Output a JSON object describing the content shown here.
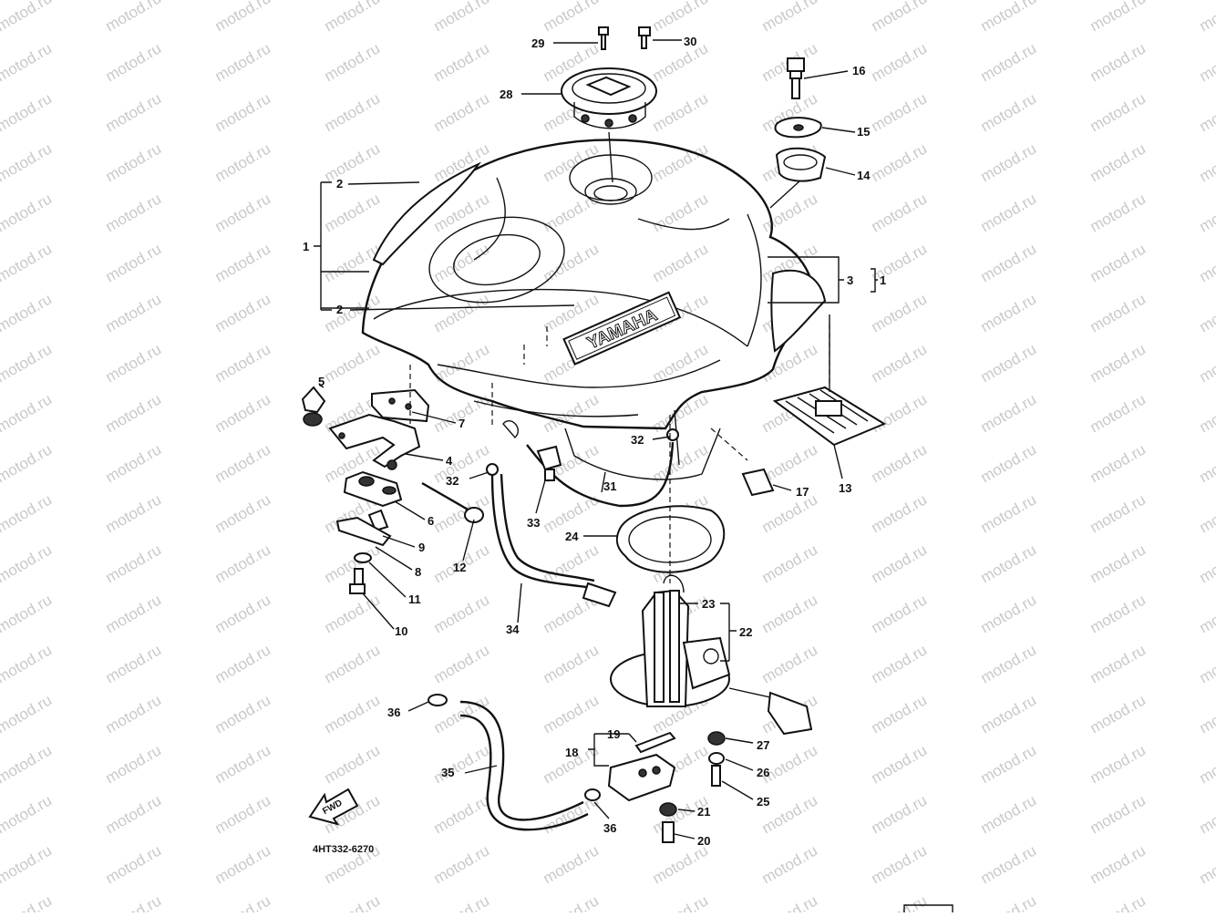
{
  "watermark": "motod.ru",
  "diagram_code": "4HT332-6270",
  "tank_logo": "YAMAHA",
  "fwd_label": "FWD",
  "callouts": {
    "n1a": "1",
    "n1b": "1",
    "n2a": "2",
    "n2b": "2",
    "n3": "3",
    "n4": "4",
    "n5": "5",
    "n6": "6",
    "n7": "7",
    "n8": "8",
    "n9": "9",
    "n10": "10",
    "n11": "11",
    "n12": "12",
    "n13": "13",
    "n14": "14",
    "n15": "15",
    "n16": "16",
    "n17": "17",
    "n18": "18",
    "n19": "19",
    "n20": "20",
    "n21": "21",
    "n22": "22",
    "n23": "23",
    "n24": "24",
    "n25": "25",
    "n26": "26",
    "n27": "27",
    "n28": "28",
    "n29": "29",
    "n30": "30",
    "n31": "31",
    "n32a": "32",
    "n32b": "32",
    "n33": "33",
    "n34": "34",
    "n35": "35",
    "n36a": "36",
    "n36b": "36"
  }
}
